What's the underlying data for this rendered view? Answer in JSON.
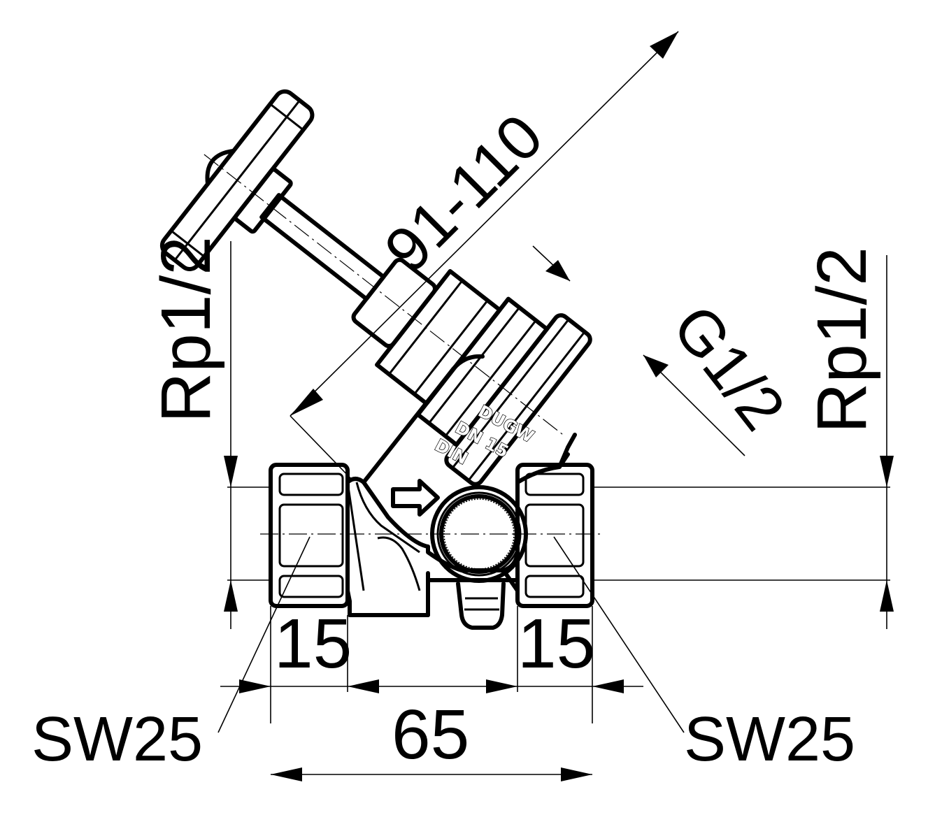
{
  "dimensions": {
    "overall_length": "65",
    "thread_depth_left": "15",
    "thread_depth_right": "15",
    "wrench_size_left": "SW25",
    "wrench_size_right": "SW25",
    "connection_left": "Rp1/2",
    "connection_right": "Rp1/2",
    "bonnet_thread": "G1/2",
    "handwheel_height": "91-110"
  },
  "body_markings": {
    "line1": "DUGW",
    "line2": "DN 15",
    "line3": "DIN"
  },
  "colors": {
    "line": "#000000",
    "background": "#ffffff"
  }
}
